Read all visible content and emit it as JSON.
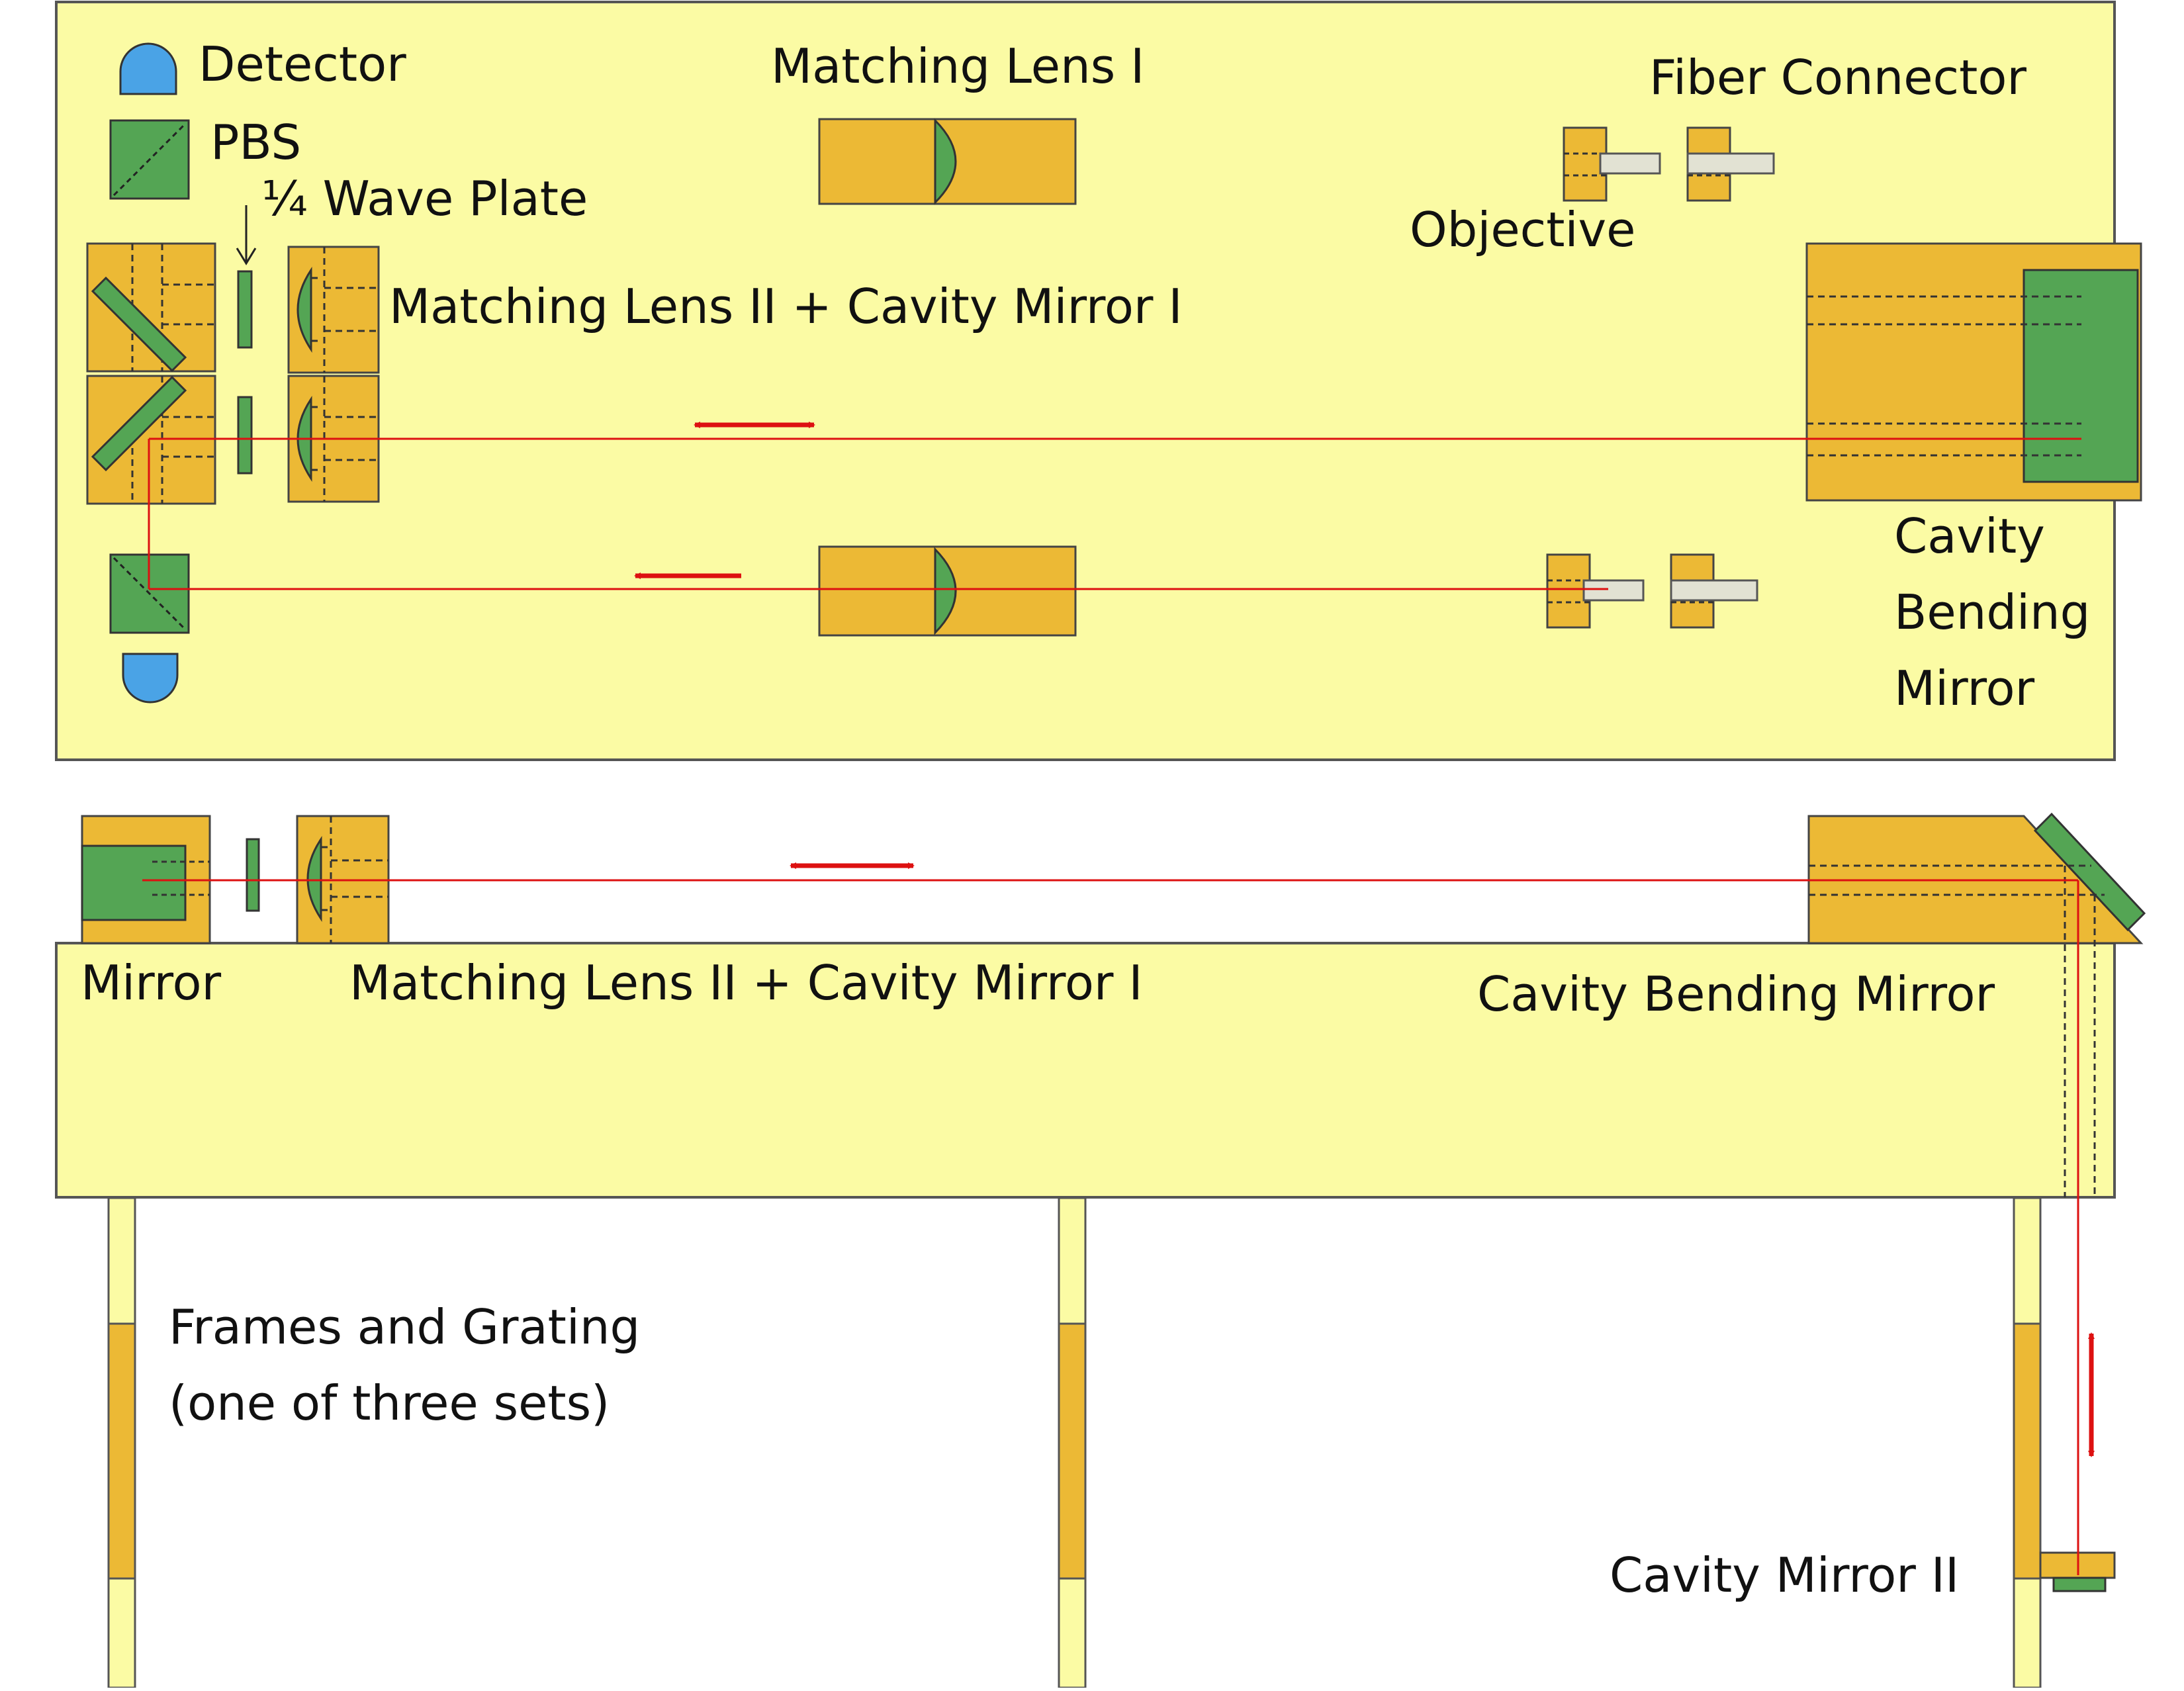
{
  "labels": {
    "detector": "Detector",
    "pbs": "PBS",
    "wave_plate": "¼ Wave Plate",
    "matching_lens_1": "Matching Lens I",
    "fiber_connector": "Fiber Connector",
    "objective": "Objective",
    "matching_lens_2_top": "Matching Lens II + Cavity Mirror I",
    "cavity_bending_mirror_top_1": "Cavity",
    "cavity_bending_mirror_top_2": "Bending",
    "cavity_bending_mirror_top_3": "Mirror",
    "mirror": "Mirror",
    "matching_lens_2_side": "Matching Lens II + Cavity Mirror I",
    "cavity_bending_mirror_side": "Cavity Bending Mirror",
    "frames_line1": "Frames and Grating",
    "frames_line2": "(one of three sets)",
    "cavity_mirror_2": "Cavity Mirror II"
  },
  "colors": {
    "table": "#fbfba4",
    "mount": "#ecb935",
    "optic": "#54a554",
    "detector": "#4aa3e6",
    "beam": "#dd1111",
    "outline": "#333333",
    "fiber": "#e2e2d3"
  },
  "icons": [
    "detector-icon",
    "pbs-icon",
    "lens-icon",
    "mirror-icon",
    "wave-plate-icon",
    "fiber-connector-icon",
    "objective-icon",
    "double-arrow-icon",
    "arrow-left-icon"
  ]
}
